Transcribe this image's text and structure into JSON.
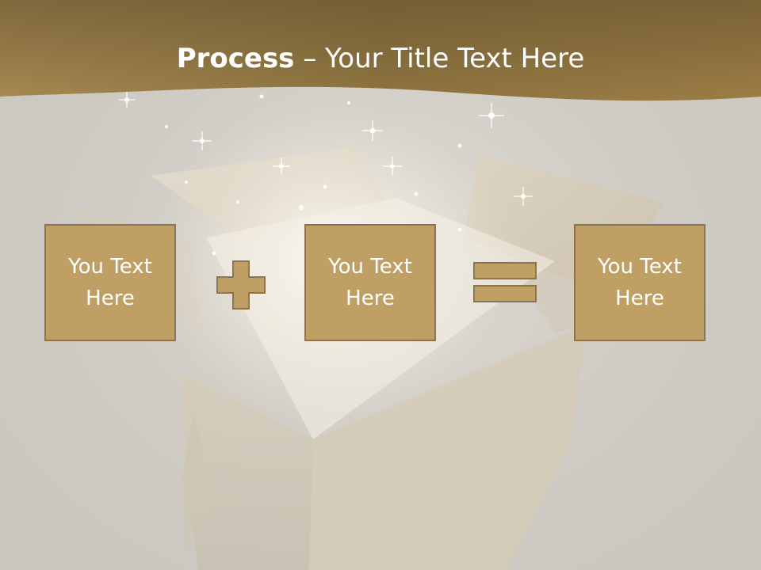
{
  "slide": {
    "title_bold": "Process",
    "title_rest": " – Your Title Text Here",
    "boxes": [
      {
        "text": "You Text Here"
      },
      {
        "text": "You Text Here"
      },
      {
        "text": "You Text Here"
      }
    ],
    "operators": [
      {
        "icon": "plus-icon"
      },
      {
        "icon": "equals-icon"
      }
    ]
  },
  "colors": {
    "band": "#9c7d45",
    "box_fill": "#bf9f63",
    "box_border": "#8a7550",
    "background": "#cfccc6",
    "text": "#ffffff"
  }
}
